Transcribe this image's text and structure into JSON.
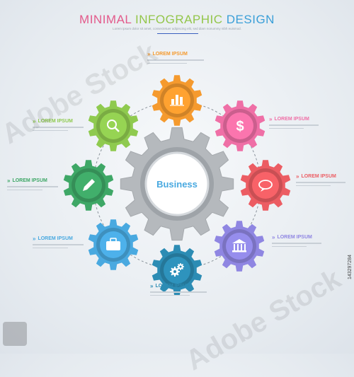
{
  "title": {
    "part1": "MINIMAL",
    "part2": "INFOGRAPHIC",
    "part3": "DESIGN"
  },
  "subtitle": "Lorem ipsum dolor sit amet, consectetuer adipiscing elit, sed diam nonummy nibh euismod.",
  "center_label": "Business",
  "stock_id": "143297284",
  "colors": {
    "title1": "#e35a8b",
    "title2": "#93c64a",
    "title3": "#3a9fd8",
    "orange": "#f59a2e",
    "pink": "#ef6fa6",
    "red": "#ec5d63",
    "purple": "#8f86e2",
    "teal": "#2c8cb4",
    "blue": "#49a9e0",
    "green": "#3ea766",
    "lime": "#8fca4f",
    "gray": "#b5b9bd"
  },
  "gears": [
    {
      "id": "gear-chart",
      "icon": "bar-chart-icon",
      "color": "#f59a2e"
    },
    {
      "id": "gear-dollar",
      "icon": "dollar-icon",
      "color": "#ef6fa6"
    },
    {
      "id": "gear-chat",
      "icon": "chat-bubble-icon",
      "color": "#ec5d63"
    },
    {
      "id": "gear-bank",
      "icon": "bank-icon",
      "color": "#8f86e2"
    },
    {
      "id": "gear-cogs",
      "icon": "cogs-icon",
      "color": "#2c8cb4"
    },
    {
      "id": "gear-briefcase",
      "icon": "briefcase-icon",
      "color": "#49a9e0"
    },
    {
      "id": "gear-pencil",
      "icon": "pencil-icon",
      "color": "#3ea766"
    },
    {
      "id": "gear-search",
      "icon": "search-icon",
      "color": "#8fca4f"
    }
  ],
  "labels": [
    {
      "text": "LOREM IPSUM",
      "color": "#f59a2e"
    },
    {
      "text": "LOREM IPSUM",
      "color": "#ef6fa6"
    },
    {
      "text": "LOREM IPSUM",
      "color": "#ec5d63"
    },
    {
      "text": "LOREM IPSUM",
      "color": "#8f86e2"
    },
    {
      "text": "LOREM IPSUM",
      "color": "#2c8cb4"
    },
    {
      "text": "LOREM IPSUM",
      "color": "#49a9e0"
    },
    {
      "text": "LOREM IPSUM",
      "color": "#3ea766"
    },
    {
      "text": "LOREM IPSUM",
      "color": "#8fca4f"
    }
  ]
}
